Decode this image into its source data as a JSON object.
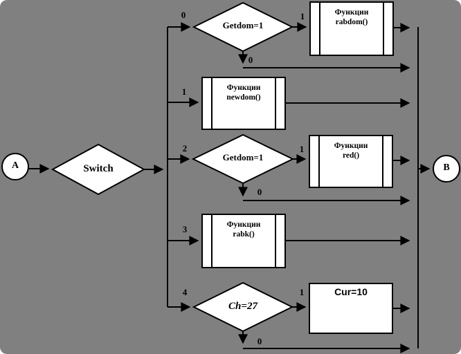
{
  "flowchart": {
    "colors": {
      "background": "#808080",
      "shape_fill": "#ffffff",
      "line": "#000000"
    },
    "terminals": {
      "start": "A",
      "end": "B"
    },
    "switch": {
      "label": "Switch"
    },
    "branches": [
      {
        "case": "0",
        "decision": {
          "label": "Getdom=1",
          "true_label": "1",
          "false_label": "0"
        },
        "action": {
          "kind": "predefined-process",
          "text_line1": "Функции",
          "text_line2": "rabdom()"
        }
      },
      {
        "case": "1",
        "action": {
          "kind": "predefined-process",
          "text_line1": "Функции",
          "text_line2": "newdom()"
        }
      },
      {
        "case": "2",
        "decision": {
          "label": "Getdom=1",
          "true_label": "1",
          "false_label": "0"
        },
        "action": {
          "kind": "predefined-process",
          "text_line1": "Функции",
          "text_line2": "red()"
        }
      },
      {
        "case": "3",
        "action": {
          "kind": "predefined-process",
          "text_line1": "Функции",
          "text_line2": "rabk()"
        }
      },
      {
        "case": "4",
        "decision": {
          "label": "Ch=27",
          "true_label": "1",
          "false_label": "0"
        },
        "action": {
          "kind": "process",
          "text_line1": "Cur=10",
          "text_line2": ""
        }
      }
    ]
  }
}
